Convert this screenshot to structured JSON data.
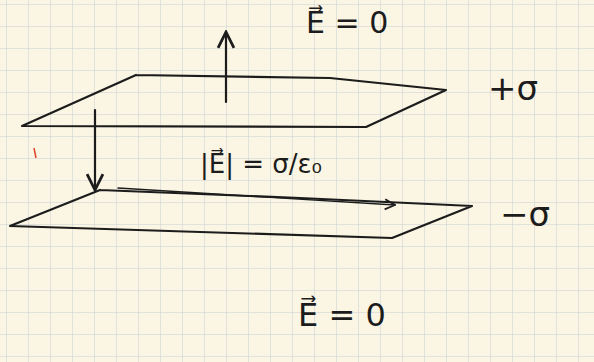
{
  "diagram": {
    "labels": [
      "E⃗ = 0",
      "+σ",
      "|E⃗| = σ/ε₀",
      "−σ",
      "E⃗ = 0"
    ]
  }
}
